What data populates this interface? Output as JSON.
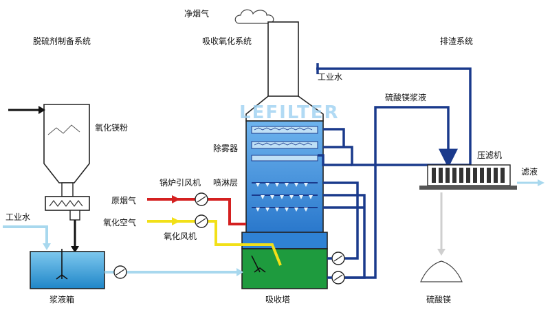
{
  "sections": {
    "desulfurizer_prep": "脱硫剂制备系统",
    "absorption_oxidation": "吸收氧化系统",
    "slag_discharge": "排渣系统"
  },
  "labels": {
    "clean_flue_gas": "净烟气",
    "magnesium_oxide_powder": "氧化镁粉",
    "industrial_water_left": "工业水",
    "slurry_tank": "浆液箱",
    "boiler_induced_fan": "锅炉引风机",
    "raw_flue_gas": "原烟气",
    "oxidation_air": "氧化空气",
    "oxidation_fan": "氧化风机",
    "demister": "除雾器",
    "spray_layer": "喷淋层",
    "absorption_tower": "吸收塔",
    "industrial_water_right": "工业水",
    "magnesium_sulfate_slurry": "硫酸镁浆液",
    "filter_press": "压滤机",
    "filtrate": "滤液",
    "magnesium_sulfate": "硫酸镁"
  },
  "watermark": "LEFILTER",
  "colors": {
    "tower_blue": "#2f82d4",
    "tower_light": "#5aa6e8",
    "slurry_green": "#1e9b3e",
    "pipe_navy": "#1a3a8c",
    "raw_gas_red": "#d42020",
    "air_yellow": "#f2e018",
    "water_pipe": "#a8d8ee"
  }
}
